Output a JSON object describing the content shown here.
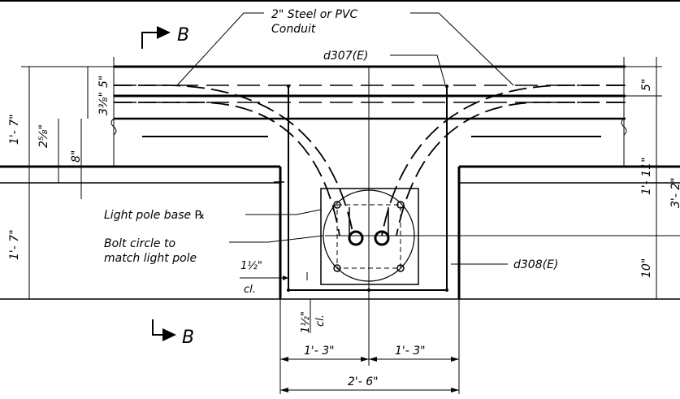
{
  "drawing": {
    "section_mark_letter": "B",
    "conduit_label_line1": "2\" Steel or PVC",
    "conduit_label_line2": "Conduit",
    "bar_top_label": "d307(E)",
    "bar_side_label": "d308(E)",
    "base_plate_label": "Light pole base ℞",
    "bolt_circle_line1": "Bolt circle to",
    "bolt_circle_line2": "match light pole",
    "clear_half_inch": "1½\"",
    "clear_word": "cl.",
    "dims": {
      "left_upper": "1'- 7\"",
      "left_lower": "1'- 7\"",
      "inner_8": "8\"",
      "inner_2_58": "2⅝\"",
      "inner_3_38": "3⅜\"",
      "inner_5": "5\"",
      "right_5": "5\"",
      "right_1_11": "1'- 11\"",
      "right_3_2": "3'- 2\"",
      "right_10": "10\"",
      "bottom_left_1_3": "1'- 3\"",
      "bottom_right_1_3": "1'- 3\"",
      "bottom_total": "2'- 6\""
    }
  }
}
